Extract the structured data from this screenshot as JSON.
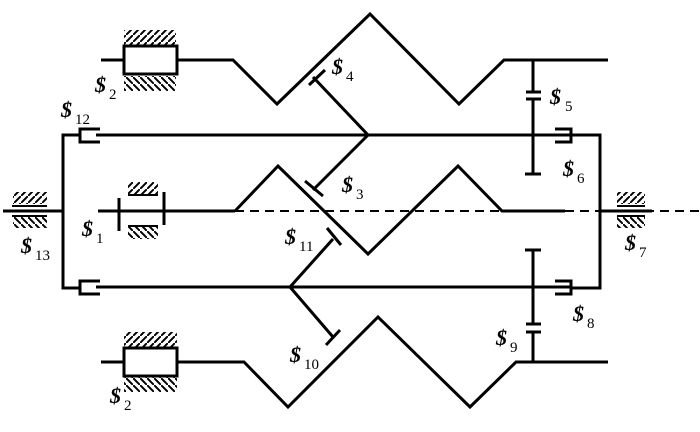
{
  "diagram": {
    "type": "mechanism-kinematic-diagram",
    "label_symbol": "$",
    "labels": [
      {
        "id": "s1",
        "text": "$",
        "sub": "1"
      },
      {
        "id": "s2a",
        "text": "$",
        "sub": "2"
      },
      {
        "id": "s2b",
        "text": "$",
        "sub": "2"
      },
      {
        "id": "s3",
        "text": "$",
        "sub": "3"
      },
      {
        "id": "s4",
        "text": "$",
        "sub": "4"
      },
      {
        "id": "s5",
        "text": "$",
        "sub": "5"
      },
      {
        "id": "s6",
        "text": "$",
        "sub": "6"
      },
      {
        "id": "s7",
        "text": "$",
        "sub": "7"
      },
      {
        "id": "s8",
        "text": "$",
        "sub": "8"
      },
      {
        "id": "s9",
        "text": "$",
        "sub": "9"
      },
      {
        "id": "s10",
        "text": "$",
        "sub": "10"
      },
      {
        "id": "s11",
        "text": "$",
        "sub": "11"
      },
      {
        "id": "s12",
        "text": "$",
        "sub": "12"
      },
      {
        "id": "s13",
        "text": "$",
        "sub": "13"
      }
    ]
  }
}
